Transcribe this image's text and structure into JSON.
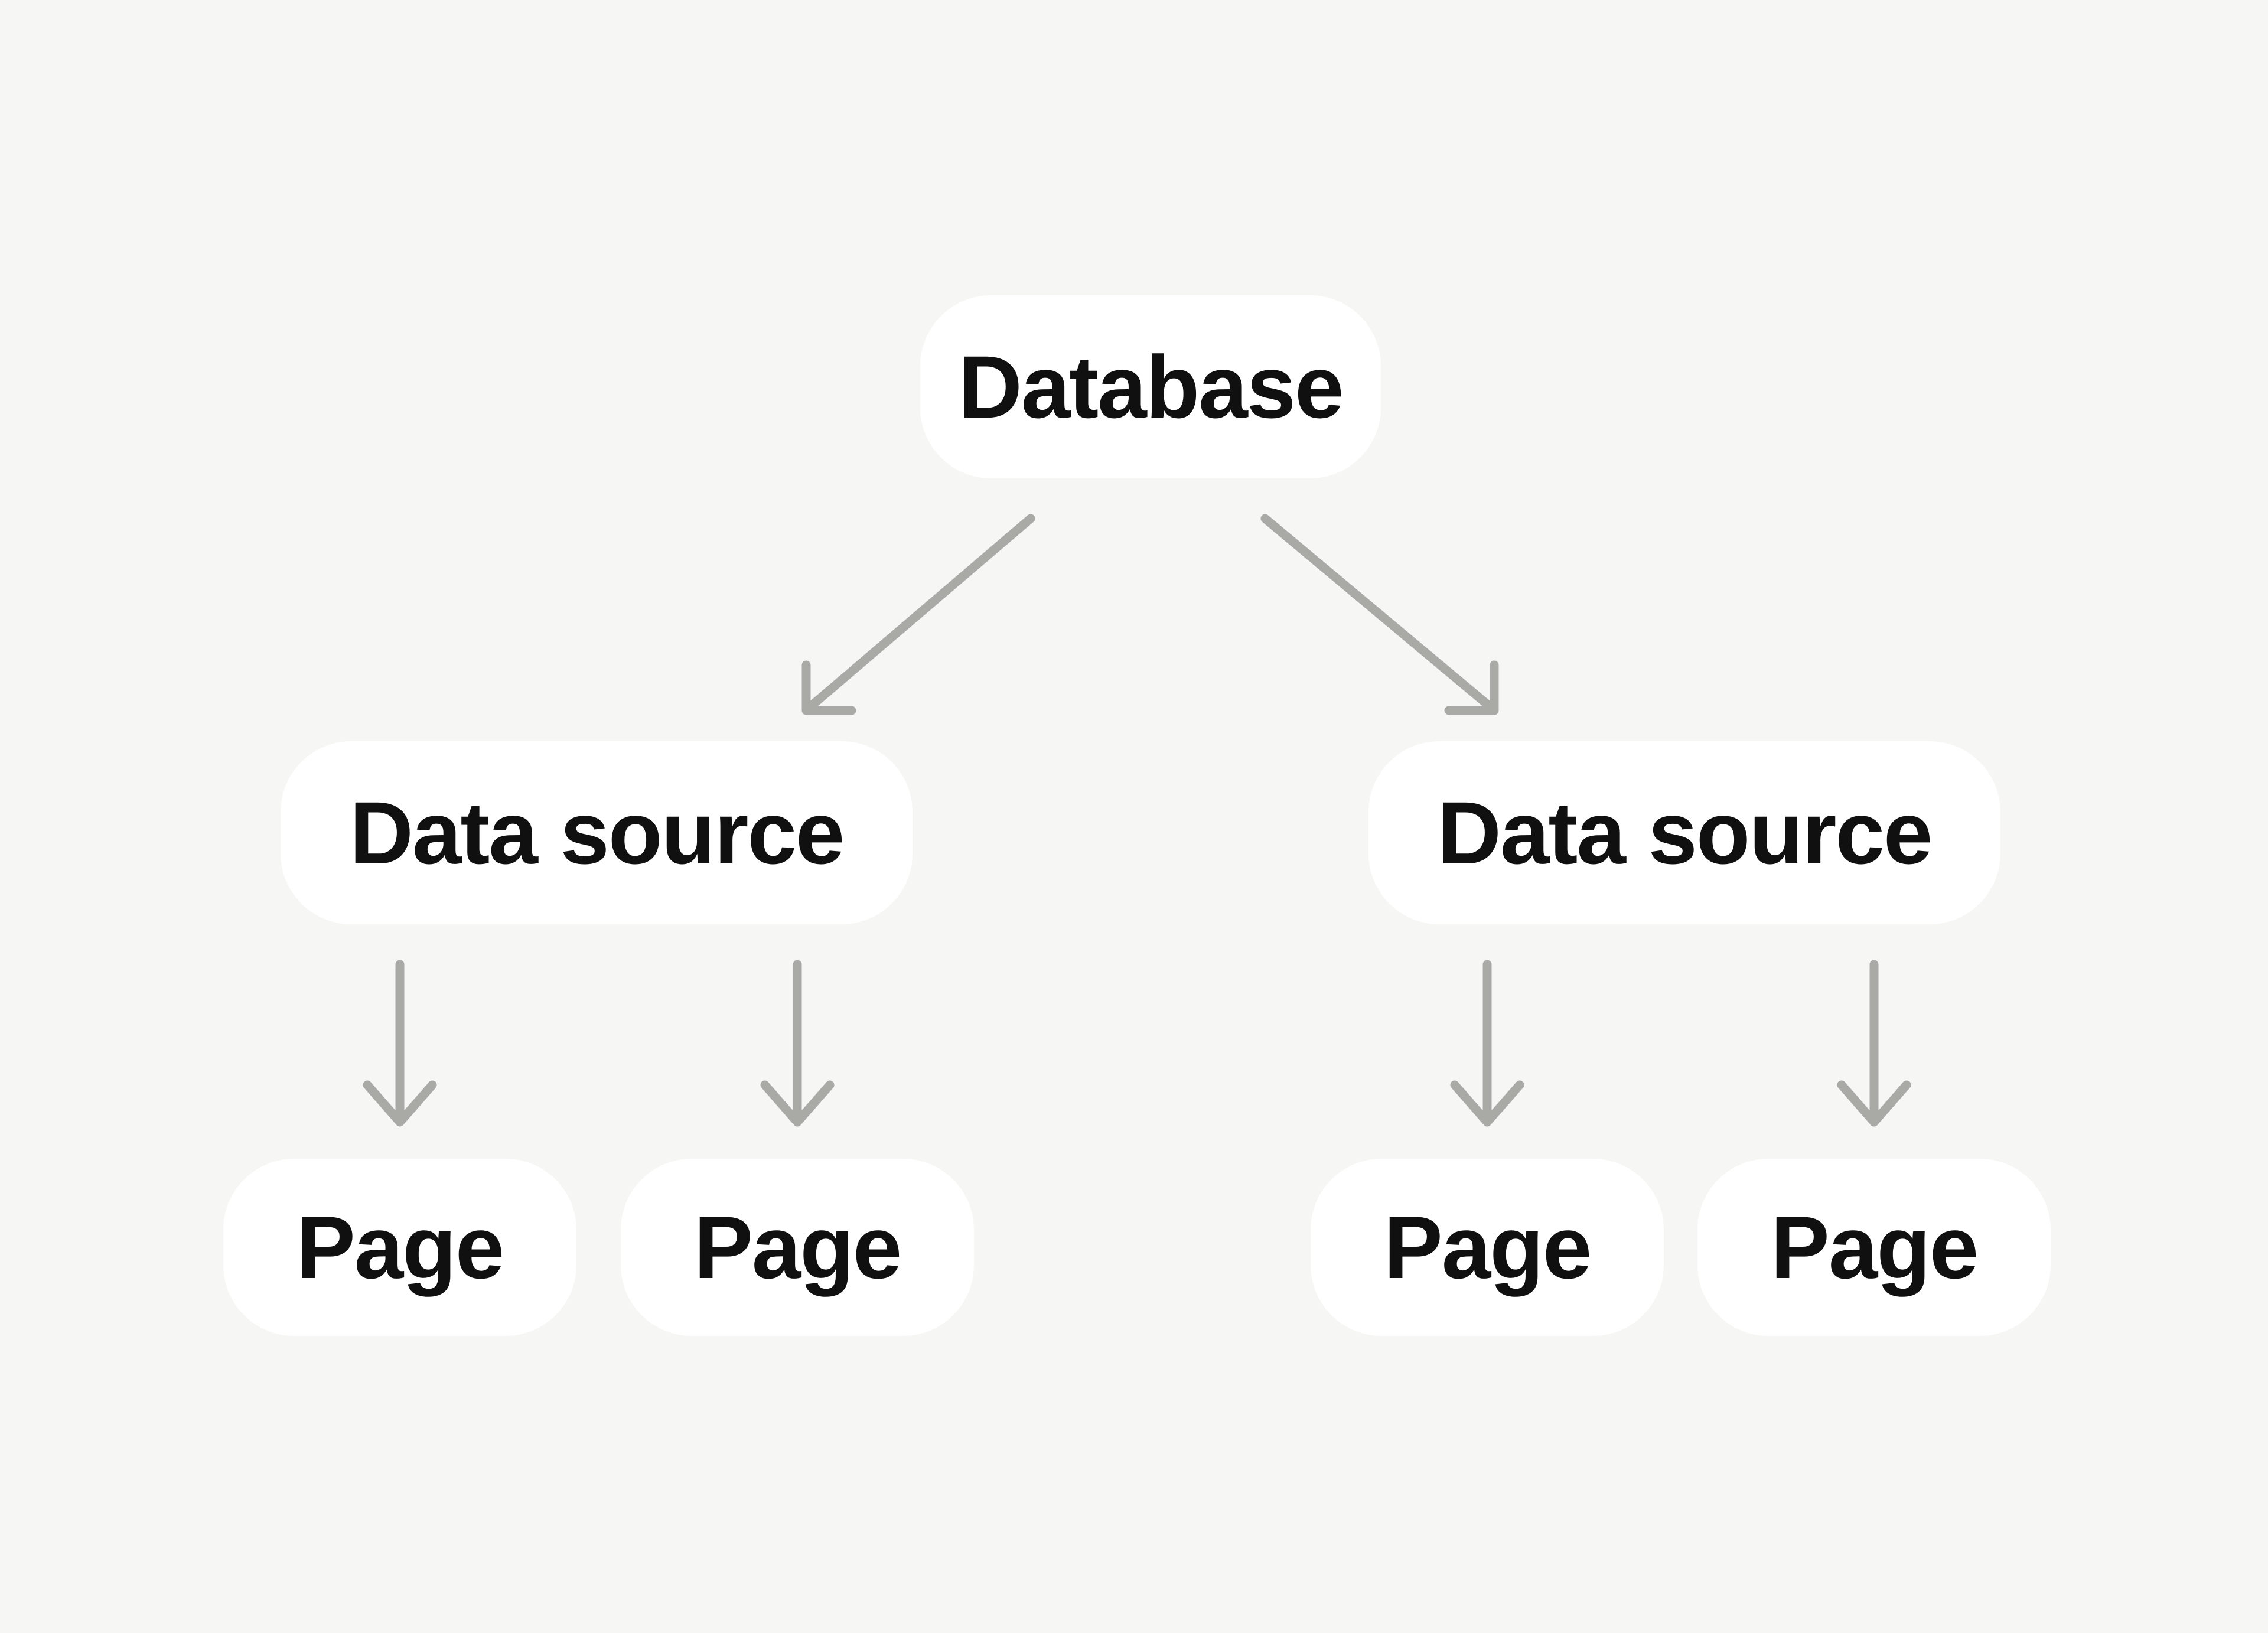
{
  "diagram": {
    "colors": {
      "background": "#F6F6F4",
      "node_fill": "#FFFFFF",
      "node_text": "#101010",
      "arrow": "#A9A9A6"
    },
    "nodes": [
      {
        "id": "database",
        "label": "Database"
      },
      {
        "id": "data-source-left",
        "label": "Data source"
      },
      {
        "id": "data-source-right",
        "label": "Data source"
      },
      {
        "id": "page-1",
        "label": "Page"
      },
      {
        "id": "page-2",
        "label": "Page"
      },
      {
        "id": "page-3",
        "label": "Page"
      },
      {
        "id": "page-4",
        "label": "Page"
      }
    ],
    "edges": [
      {
        "from": "database",
        "to": "data-source-left"
      },
      {
        "from": "database",
        "to": "data-source-right"
      },
      {
        "from": "data-source-left",
        "to": "page-1"
      },
      {
        "from": "data-source-left",
        "to": "page-2"
      },
      {
        "from": "data-source-right",
        "to": "page-3"
      },
      {
        "from": "data-source-right",
        "to": "page-4"
      }
    ]
  }
}
